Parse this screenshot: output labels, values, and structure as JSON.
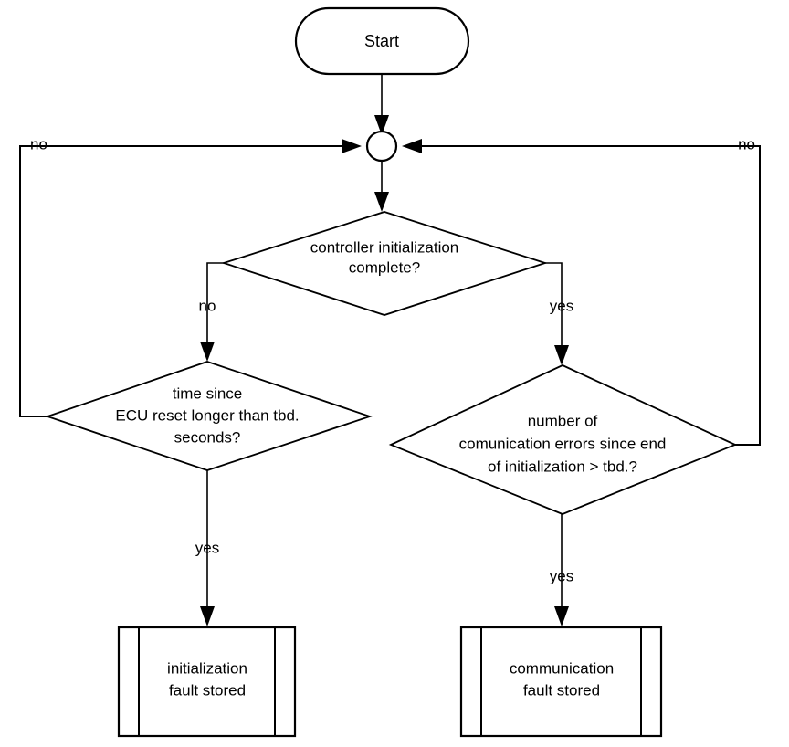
{
  "diagram": {
    "type": "flowchart",
    "title": "",
    "background_color": "#ffffff",
    "line_color": "#000000",
    "nodes": {
      "start": {
        "shape": "terminator",
        "label": "Start"
      },
      "merge": {
        "shape": "connector-circle",
        "label": ""
      },
      "decision_init": {
        "shape": "decision",
        "line1": "controller initialization",
        "line2": "complete?"
      },
      "decision_ecu": {
        "shape": "decision",
        "line1": "time since",
        "line2": "ECU reset longer than tbd.",
        "line3": "seconds?"
      },
      "decision_comm": {
        "shape": "decision",
        "line1": "number of",
        "line2": "comunication errors since end",
        "line3": "of initialization > tbd.?"
      },
      "process_init_fault": {
        "shape": "predefined-process",
        "line1": "initialization",
        "line2": "fault stored"
      },
      "process_comm_fault": {
        "shape": "predefined-process",
        "line1": "communication",
        "line2": "fault stored"
      }
    },
    "edge_labels": {
      "loop_left_no": "no",
      "loop_right_no": "no",
      "init_no": "no",
      "init_yes": "yes",
      "ecu_yes": "yes",
      "comm_yes": "yes"
    }
  }
}
